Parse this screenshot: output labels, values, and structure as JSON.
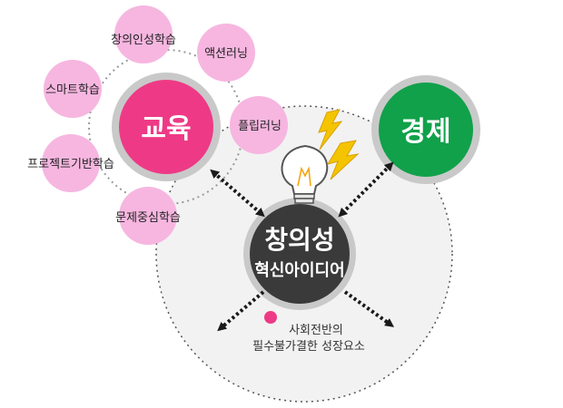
{
  "colors": {
    "education": "#ee3a86",
    "economy": "#11a14a",
    "creativity": "#3a3a3a",
    "ring": "#c9c9c9",
    "bubble": "#f6b6e0",
    "lightning": "#f4c400",
    "dot": "#ee3a86"
  },
  "center": {
    "title": "창의성",
    "subtitle": "혁신아이디어"
  },
  "education": {
    "label": "교육"
  },
  "economy": {
    "label": "경제"
  },
  "methods": [
    {
      "label": "창의인성학습"
    },
    {
      "label": "액션러닝"
    },
    {
      "label": "스마트학습"
    },
    {
      "label": "플립러닝"
    },
    {
      "label": "프로젝트기반학습"
    },
    {
      "label": "문제중심학습"
    }
  ],
  "note": {
    "line1": "사회전반의",
    "line2": "필수불가결한 성장요소"
  },
  "icons": [
    "light-bulb-icon",
    "lightning-bolt-icon"
  ]
}
